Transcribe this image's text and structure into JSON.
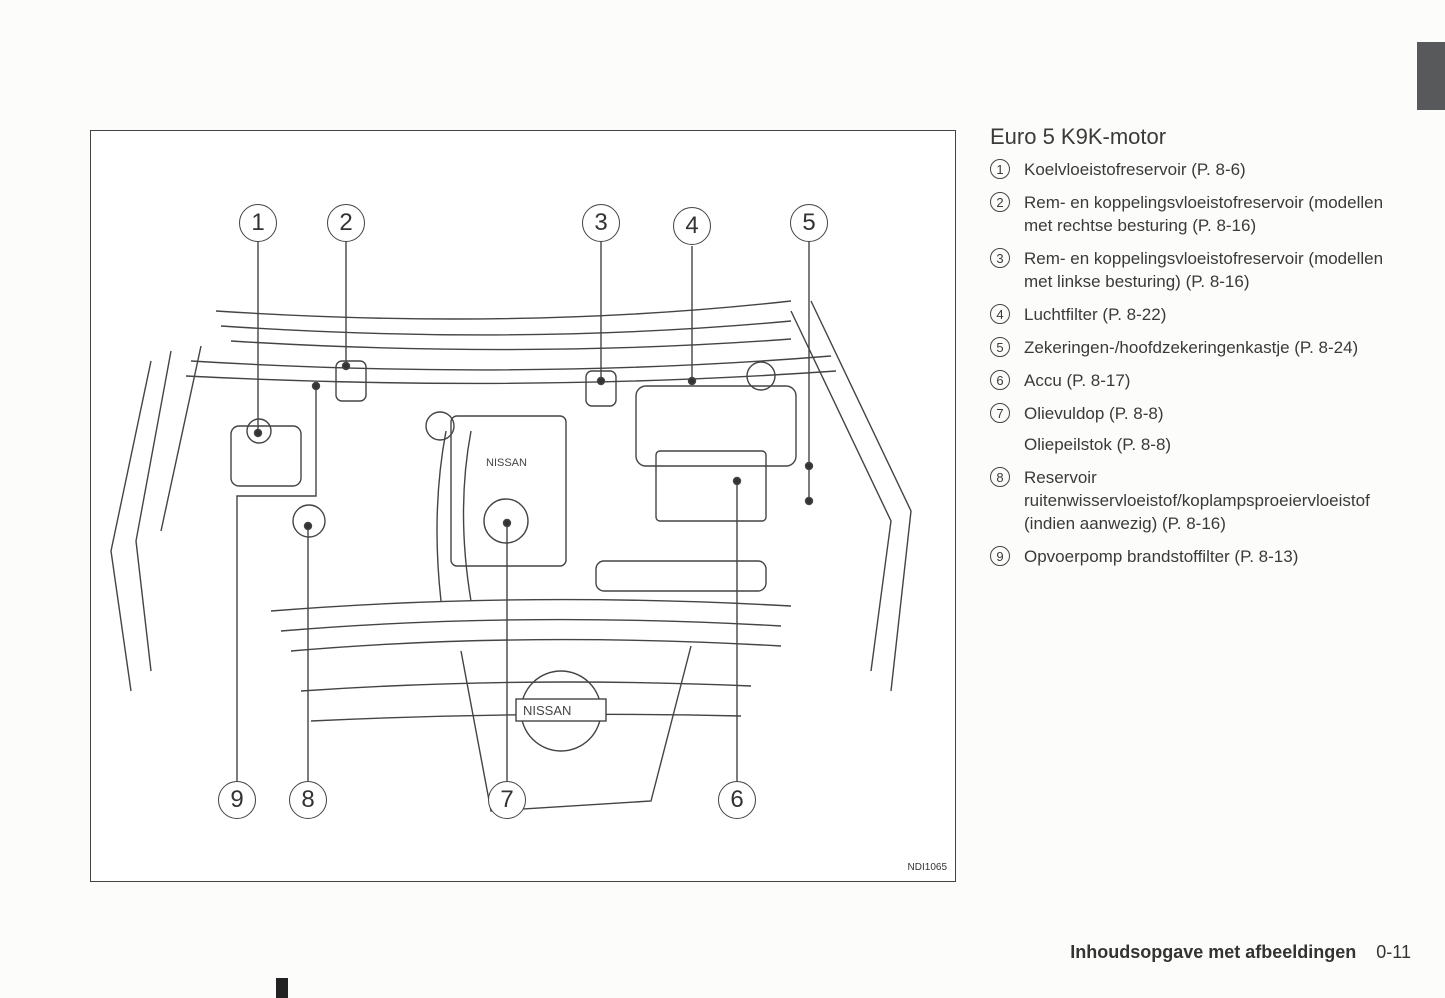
{
  "figure": {
    "code": "NDI1065",
    "callouts_top": [
      "1",
      "2",
      "3",
      "4",
      "5"
    ],
    "callouts_bottom": [
      "9",
      "8",
      "7",
      "6"
    ],
    "logo_text": "NISSAN"
  },
  "legend": {
    "title": "Euro 5 K9K-motor",
    "items": [
      {
        "num": "1",
        "text": "Koelvloeistofreservoir (P. 8-6)"
      },
      {
        "num": "2",
        "text": "Rem- en koppelingsvloeistofreservoir (modellen met rechtse besturing (P. 8-16)"
      },
      {
        "num": "3",
        "text": "Rem- en koppelingsvloeistofreservoir (modellen met linkse besturing) (P. 8-16)"
      },
      {
        "num": "4",
        "text": "Luchtfilter (P. 8-22)"
      },
      {
        "num": "5",
        "text": "Zekeringen-/hoofdzekeringenkastje (P. 8-24)"
      },
      {
        "num": "6",
        "text": "Accu (P. 8-17)"
      },
      {
        "num": "7",
        "text": "Olievuldop (P. 8-8)"
      },
      {
        "num": "",
        "text": "Oliepeilstok (P. 8-8)"
      },
      {
        "num": "8",
        "text": "Reservoir ruitenwisservloeistof/koplampsproeiervloeistof (indien aanwezig) (P. 8-16)"
      },
      {
        "num": "9",
        "text": "Opvoerpomp brandstoffilter (P. 8-13)"
      }
    ]
  },
  "footer": {
    "section": "Inhoudsopgave met afbeeldingen",
    "page": "0-11"
  }
}
